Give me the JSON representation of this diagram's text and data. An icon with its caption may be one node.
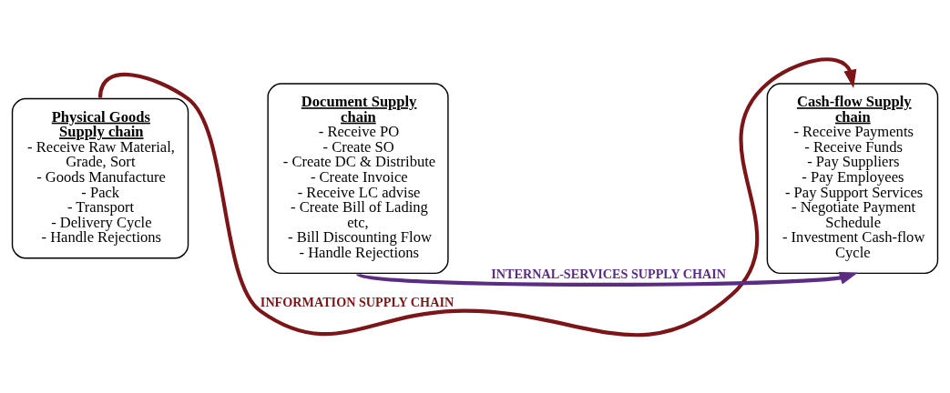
{
  "diagram": {
    "nodes": [
      {
        "text": [
          "Physical Goods Supply chain",
          "- Receive Raw Material, Grade, Sort",
          "- Goods Manufacture",
          "- Pack",
          "- Transport",
          "- Delivery Cycle",
          "- Handle Rejections"
        ]
      },
      {
        "text": [
          "Document Supply chain",
          "- Receive PO",
          "- Create SO",
          "- Create DC & Distribute",
          "- Create Invoice",
          "- Receive LC advise",
          "- Create Bill of Lading etc,",
          "- Bill Discounting Flow",
          "- Handle Rejections"
        ]
      },
      {
        "text": [
          "Cash-flow Supply chain",
          "- Receive Payments",
          "- Receive Funds",
          "- Pay Suppliers",
          "- Pay Employees",
          "- Pay Support Services",
          "- Negotiate Payment Schedule",
          "- Investment Cash-flow Cycle"
        ]
      }
    ],
    "edges": [
      {
        "from": 0,
        "to": 2,
        "arrow": "to",
        "label": "INFORMATION SUPPLY CHAIN",
        "color": "#7b1518"
      },
      {
        "from": 1,
        "to": 2,
        "arrow": "to",
        "label": "INTERNAL-SERVICES SUPPLY CHAIN",
        "color": "#5a2d82"
      }
    ]
  }
}
